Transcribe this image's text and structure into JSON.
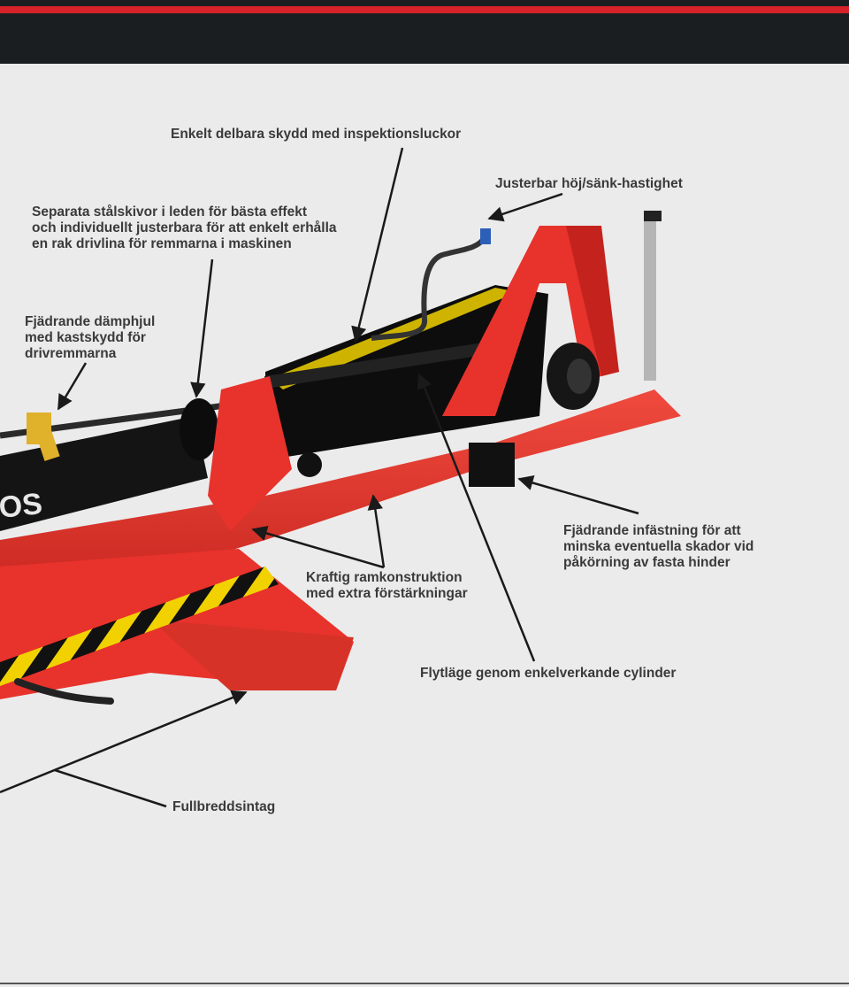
{
  "colors": {
    "background": "#ebebeb",
    "header": "#1b1e20",
    "accent": "#d6232a",
    "machine_red": "#e8322c",
    "machine_black": "#101010",
    "hazard_yellow": "#f1d200",
    "text": "#3a3a3a"
  },
  "callouts": {
    "guard": "Enkelt delbara skydd med inspektionsluckor",
    "speed": "Justerbar höj/sänk-hastighet",
    "plates": "Separata stålskivor i leden för bästa effekt\noch individuellt justerbara för att enkelt erhålla\nen rak drivlina för remmarna i maskinen",
    "damper": "Fjädrande dämphjul\nmed kastskydd för\ndrivremmarna",
    "mount": "Fjädrande infästning för att\nminska eventuella skador vid\npåkörning av fasta hinder",
    "frame": "Kraftig ramkonstruktion\nmed extra förstärkningar",
    "float": "Flytläge genom enkelverkande cylinder",
    "intake": "Fullbreddsintag"
  },
  "machine": {
    "brand_fragment": "OS",
    "icons": [
      "hydraulic-cylinder-icon",
      "hitch-frame-icon",
      "pulley-icon",
      "hazard-stripe-icon"
    ]
  }
}
